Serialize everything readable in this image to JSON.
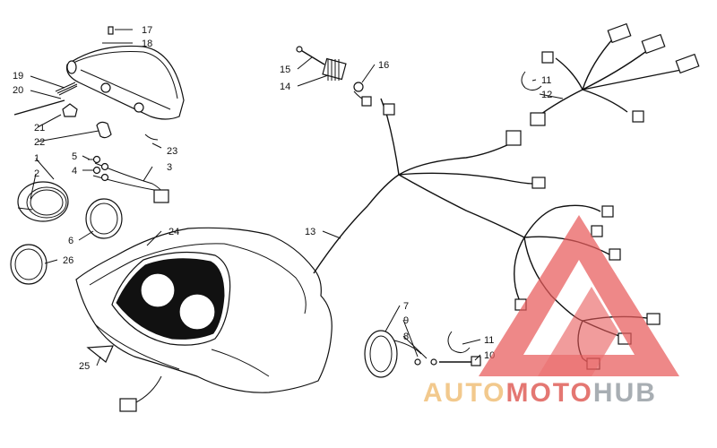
{
  "callouts": [
    "17",
    "18",
    "19",
    "20",
    "21",
    "22",
    "23",
    "1",
    "2",
    "5",
    "4",
    "3",
    "6",
    "26",
    "24",
    "25",
    "13",
    "15",
    "14",
    "16",
    "11",
    "12",
    "7",
    "9",
    "8",
    "11",
    "10"
  ],
  "watermark": {
    "part1": "AUTO",
    "part2": "MOTO",
    "part3": "HUB",
    "colors": {
      "auto": "#f0c07a",
      "moto": "#e0605a",
      "hub": "#9aa0a6",
      "triangle": "#e85a5a"
    }
  }
}
